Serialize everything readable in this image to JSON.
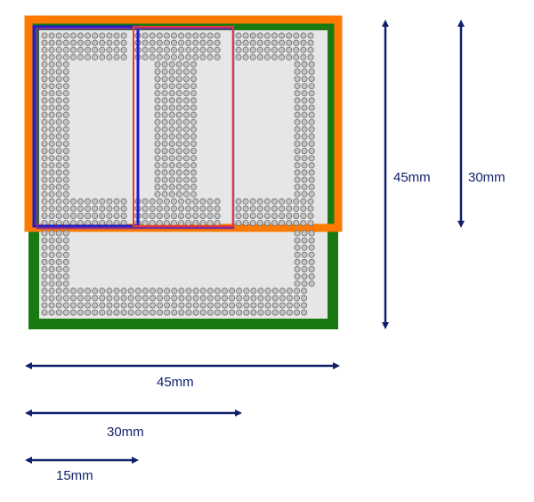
{
  "colors": {
    "board": "#1a7a12",
    "board_inner": "#e6e6e6",
    "overlay_30": "#ff7a00",
    "overlay_15": "#e03a3a",
    "overlay_blue": "#1c1cc8",
    "overlay_purple": "#7a2aa0",
    "ball_fill": "#c4c4c4",
    "ball_stroke": "#6a6a6a",
    "arrow": "#0f1f6b",
    "text": "#0f1f6b"
  },
  "labels": {
    "vertical_45": "45mm",
    "vertical_30": "30mm",
    "horizontal_45": "45mm",
    "horizontal_30": "30mm",
    "horizontal_15": "15mm"
  }
}
